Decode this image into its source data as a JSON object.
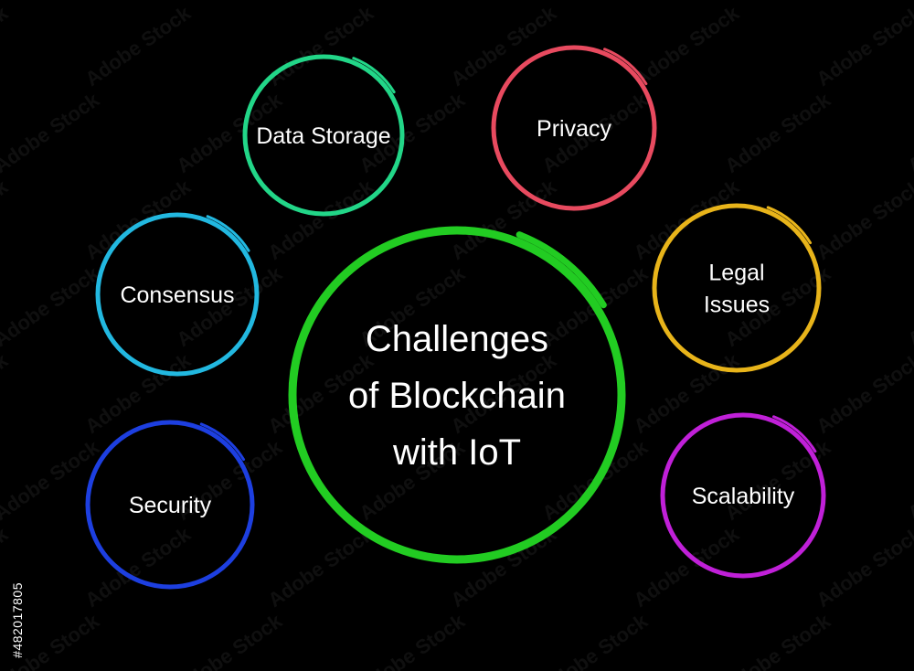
{
  "diagram": {
    "center": {
      "lines": [
        "Challenges",
        "of Blockchain",
        "with IoT"
      ],
      "color": "#22cc22"
    },
    "nodes": [
      {
        "lines": [
          "Data Storage"
        ],
        "color": "#22d688"
      },
      {
        "lines": [
          "Privacy"
        ],
        "color": "#e84a5f"
      },
      {
        "lines": [
          "Consensus"
        ],
        "color": "#22b8e0"
      },
      {
        "lines": [
          "Legal",
          "Issues"
        ],
        "color": "#e8b41a"
      },
      {
        "lines": [
          "Security"
        ],
        "color": "#1d3fe0"
      },
      {
        "lines": [
          "Scalability"
        ],
        "color": "#c020d8"
      }
    ]
  },
  "watermark": {
    "text": "Adobe Stock",
    "stock_id": "#482017805"
  },
  "background": "#000000"
}
